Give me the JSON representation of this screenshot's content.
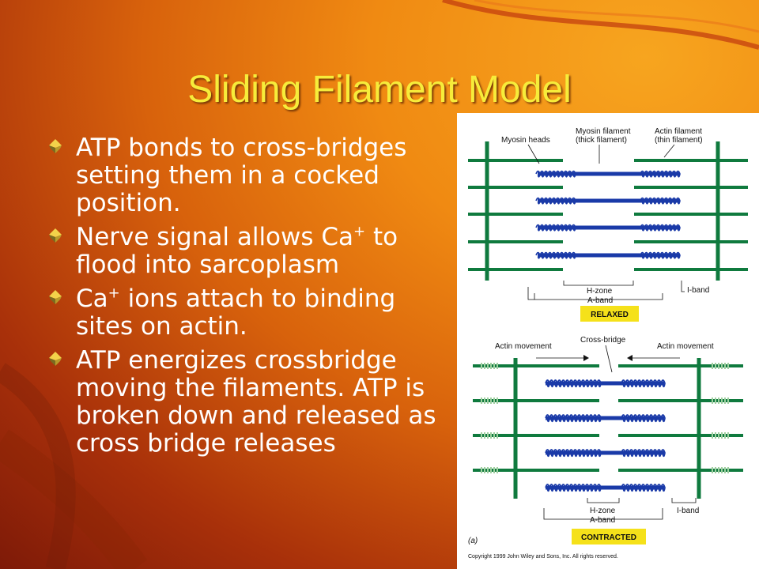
{
  "slide": {
    "title": "Sliding Filament Model",
    "bullets": [
      {
        "text": "ATP bonds to cross-bridges setting them in a cocked position."
      },
      {
        "pre": "Nerve signal allows Ca",
        "sup": "+",
        "post": " to flood into sarcoplasm"
      },
      {
        "pre": "Ca",
        "sup": "+",
        "post": " ions attach to binding sites on actin."
      },
      {
        "text": "ATP energizes crossbridge moving the filaments. ATP is broken down and released as cross bridge releases"
      }
    ]
  },
  "figure": {
    "relaxed": {
      "myosin_heads": "Myosin heads",
      "myosin_filament_1": "Myosin filament",
      "myosin_filament_2": "(thick filament)",
      "actin_filament_1": "Actin filament",
      "actin_filament_2": "(thin filament)",
      "h_zone": "H-zone",
      "a_band": "A-band",
      "i_band": "I-band",
      "state": "RELAXED"
    },
    "contracted": {
      "actin_movement_left": "Actin movement",
      "cross_bridge": "Cross-bridge",
      "actin_movement_right": "Actin movement",
      "h_zone": "H-zone",
      "a_band": "A-band",
      "i_band": "I-band",
      "state": "CONTRACTED",
      "panel_letter": "(a)"
    },
    "copyright": "Copyright 1999 John Wiley and Sons, Inc. All rights reserved.",
    "colors": {
      "actin": "#0f7a3e",
      "myosin": "#1a3aa8",
      "label_box": "#f5e11a"
    }
  }
}
